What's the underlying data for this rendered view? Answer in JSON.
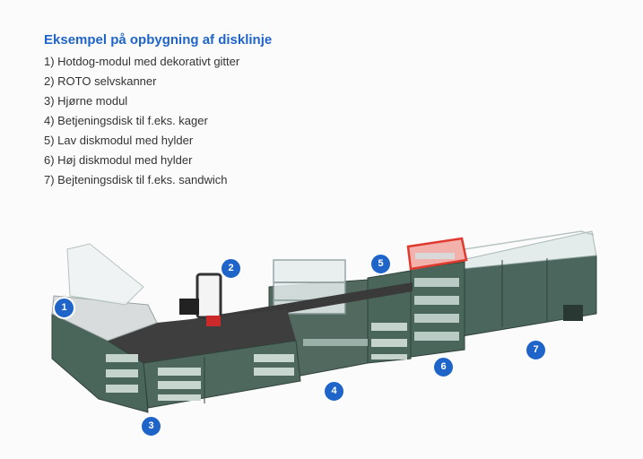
{
  "heading": "Eksempel på opbygning af disklinje",
  "items": [
    "1)  Hotdog-modul med dekorativt gitter",
    "2) ROTO selvskanner",
    "3) Hjørne modul",
    "4) Betjeningsdisk til f.eks. kager",
    "5) Lav diskmodul med hylder",
    "6) Høj diskmodul med hylder",
    "7) Bejteningsdisk til f.eks. sandwich"
  ],
  "markers": [
    "1",
    "2",
    "3",
    "4",
    "5",
    "6",
    "7"
  ],
  "colors": {
    "heading": "#1f64c8",
    "marker": "#1f64c8",
    "counter_body": "#3f5a50",
    "countertop": "#3b3b3b",
    "glass": "#d8e6e6",
    "highlight_shelf": "#e03a2e"
  },
  "icons": [
    "hotdog-module",
    "roto-selfscanner",
    "corner-module",
    "service-counter",
    "low-shelf-module",
    "high-shelf-module",
    "sandwich-counter"
  ]
}
